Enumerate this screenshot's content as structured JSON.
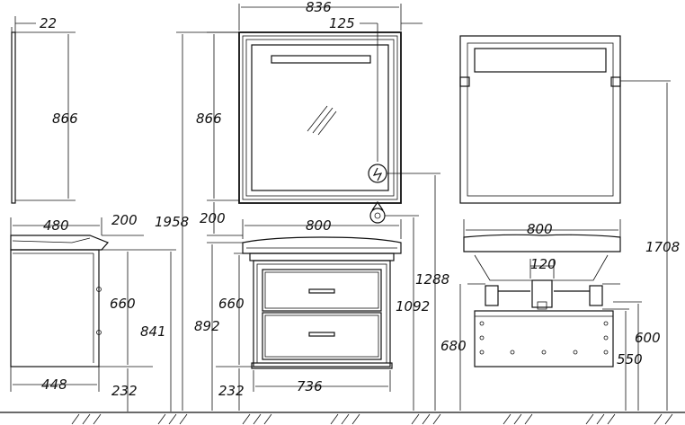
{
  "dimensions": {
    "mirror_side_depth": "22",
    "mirror_side_height": "866",
    "mirror_front_width": "836",
    "socket_offset": "125",
    "mirror_front_height": "866",
    "total_height": "1958",
    "mirror_gap": "200",
    "cabinet_side_top_depth": "480",
    "cabinet_side_gap": "200",
    "cabinet_side_body_height": "660",
    "cabinet_side_total_height": "841",
    "cabinet_side_base_depth": "448",
    "cabinet_side_leg": "232",
    "cabinet_front_top_width": "800",
    "cabinet_front_body_height": "660",
    "cabinet_front_total_height": "892",
    "cabinet_front_leg": "232",
    "cabinet_front_base_width": "736",
    "socket_height": "1288",
    "outlet_height": "1092",
    "rear_top_width": "800",
    "rear_pipe_spacing": "120",
    "rear_mirror_mount_height": "1708",
    "rear_cabinet_height": "680",
    "rear_drain_height": "600",
    "rear_supply_height": "550"
  }
}
